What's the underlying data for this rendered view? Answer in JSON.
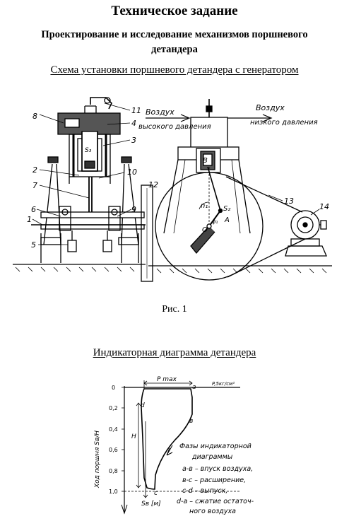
{
  "header": {
    "title": "Техническое задание",
    "subtitle_line1": "Проектирование и исследование механизмов поршневого",
    "subtitle_line2": "детандера"
  },
  "scheme": {
    "section_title": "Схема установки поршневого детандера с генератором",
    "caption": "Рис. 1",
    "labels": {
      "n8": "8",
      "n11": "11",
      "n4": "4",
      "n3": "3",
      "n2": "2",
      "n10": "10",
      "n7": "7",
      "n12": "12",
      "n6": "6",
      "n9": "9",
      "n1": "1",
      "n5": "5",
      "n13": "13",
      "n14": "14",
      "s3": "S₃",
      "s2": "S₂",
      "b_point": "B",
      "a_point": "A",
      "o_point": "O",
      "n1_speed": "n₁",
      "phi": "φ₁",
      "air_in_1": "Воздух",
      "air_in_2": "высокого давления",
      "air_out_1": "Воздух",
      "air_out_2": "низкого давления"
    }
  },
  "indicator": {
    "section_title": "Индикаторная диаграмма детандера",
    "y_axis_label": "Ход поршня Sв/Н",
    "y_ticks": [
      "0",
      "0,2",
      "0,4",
      "0,6",
      "0,8",
      "1,0"
    ],
    "pmax_label": "P max",
    "pressure_label": "P,5кг/см²",
    "point_a": "a",
    "point_b": "в",
    "point_c": "c",
    "point_d": "d",
    "stroke_label": "H",
    "bottom_label": "Sв [м]",
    "phases": [
      "Фазы индикаторной",
      "диаграммы",
      "а-в – впуск воздуха,",
      "в-с – расширение,",
      "с-d – выпуск,",
      "d-а – сжатие остаточ-",
      "ного воздуха"
    ]
  }
}
